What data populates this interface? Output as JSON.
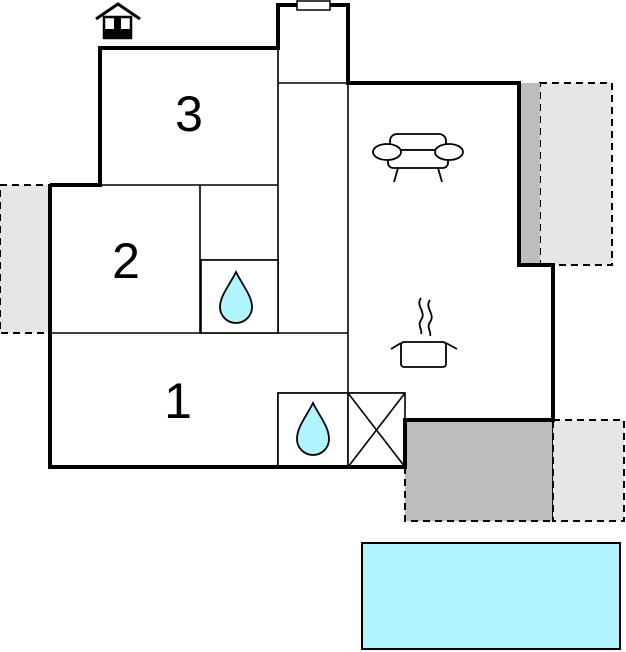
{
  "rooms": [
    {
      "id": "1",
      "label": "1"
    },
    {
      "id": "2",
      "label": "2"
    },
    {
      "id": "3",
      "label": "3"
    }
  ],
  "icons": [
    "house-entrance-icon",
    "sofa-icon",
    "cooking-pot-icon",
    "water-drop-icon",
    "water-drop-icon",
    "closet-cross-icon",
    "window-icon",
    "pool-icon"
  ],
  "colors": {
    "water": "#b0f4ff",
    "terrace_light": "#e6e6e6",
    "terrace_dark": "#bdbdbd",
    "wall": "#000000"
  }
}
